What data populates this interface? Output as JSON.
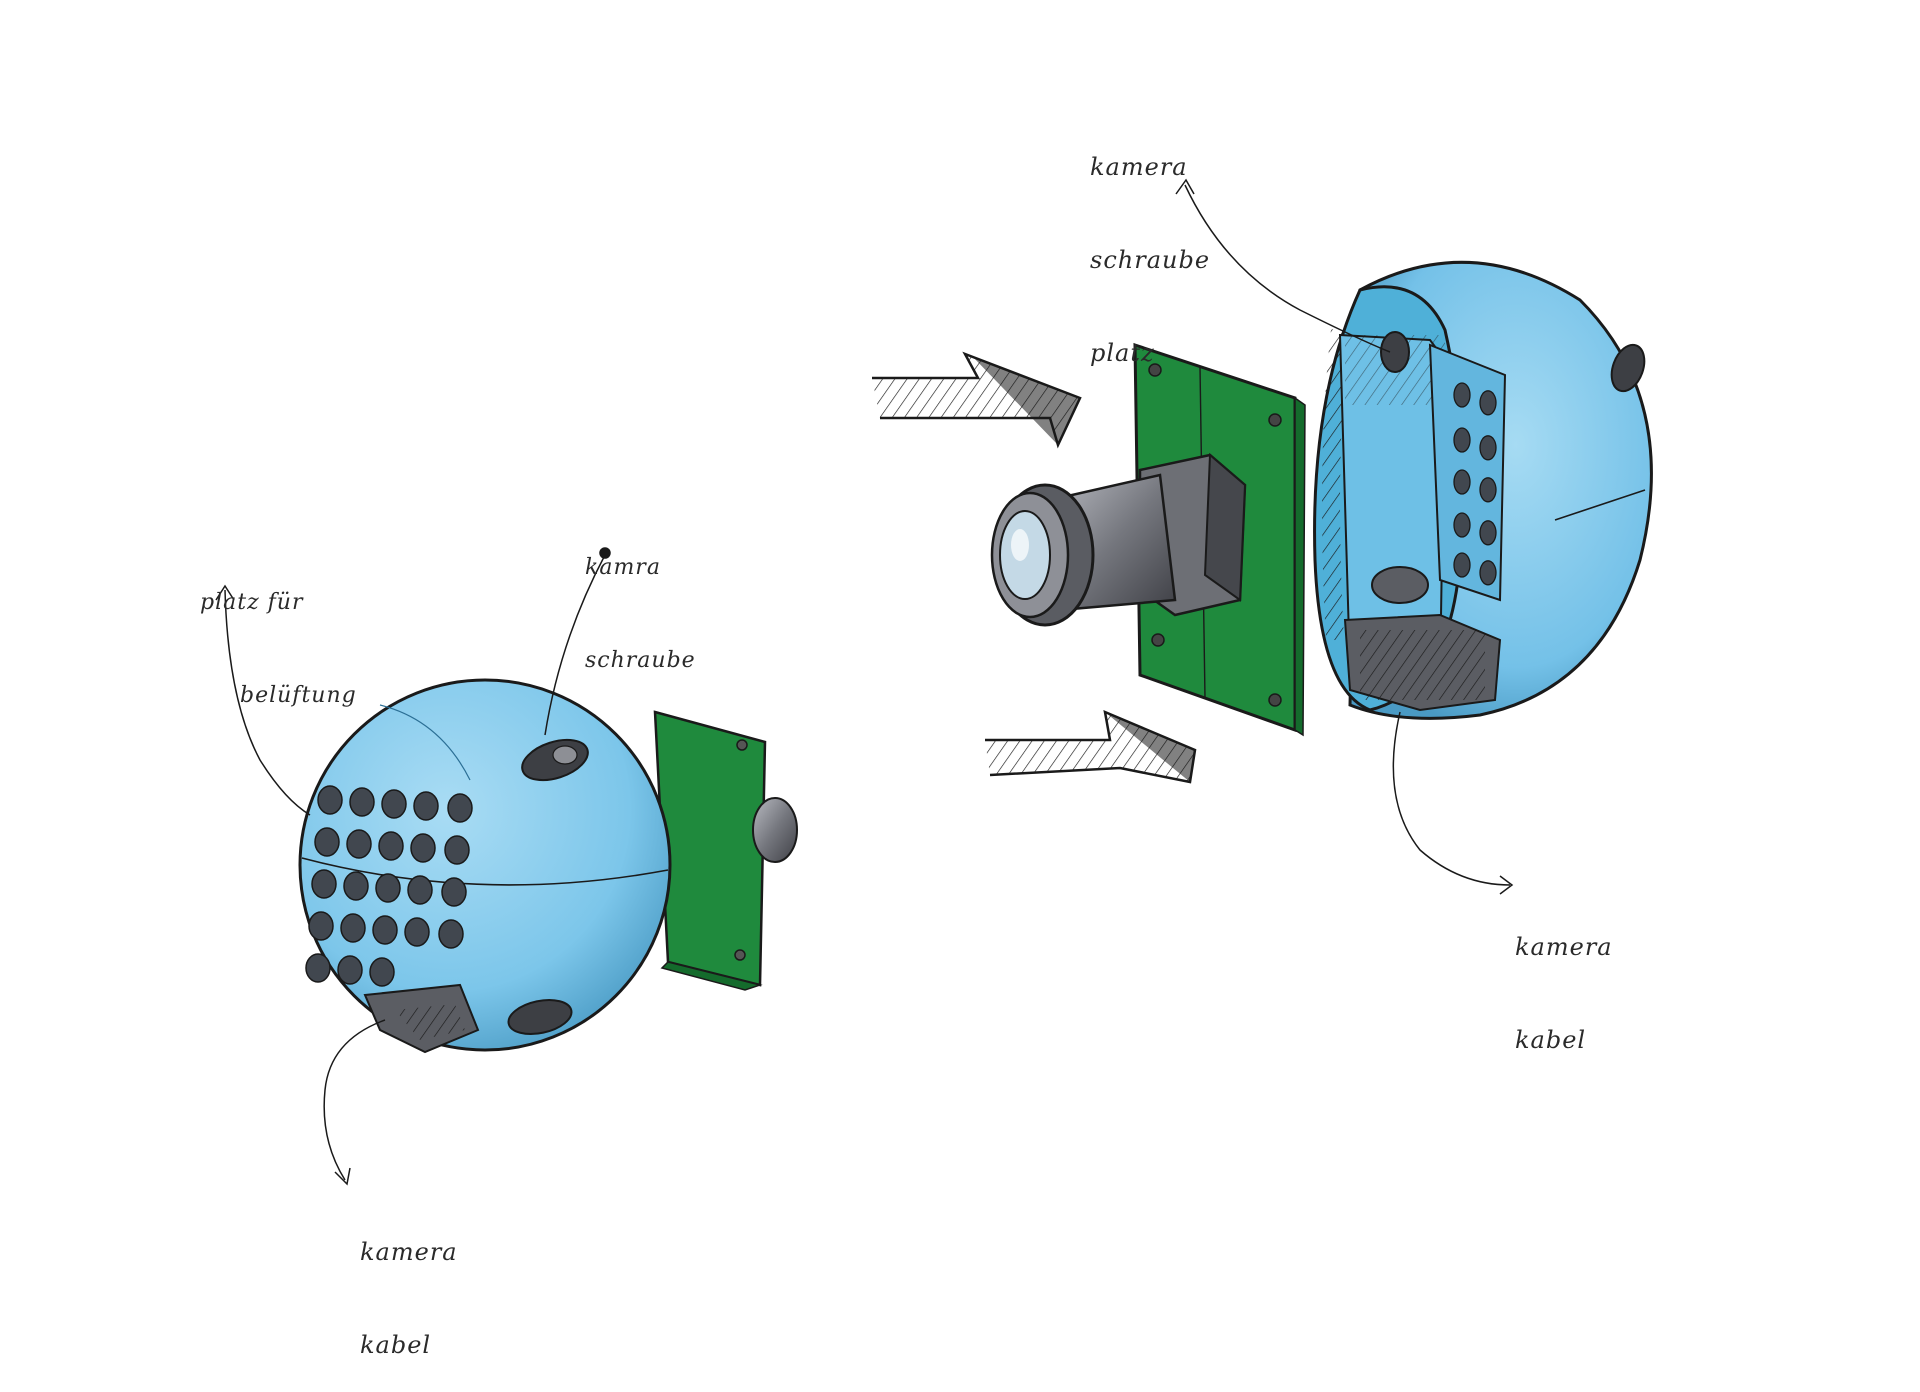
{
  "colors": {
    "shell_blue": "#7cc6ea",
    "shell_blue_dark": "#3f9cc8",
    "shell_inner": "#4fb0d8",
    "pcb_green": "#1f8a3d",
    "pcb_green_dark": "#146b2c",
    "lens_gray": "#7d7f86",
    "ink": "#1a1a1a"
  },
  "labels": {
    "left_vent": [
      "platz für",
      "belüftung"
    ],
    "left_screw": [
      "kamra",
      "schraube"
    ],
    "left_cable": [
      "kamera",
      "kabel"
    ],
    "right_screw": [
      "kamera",
      "schraube",
      "platz"
    ],
    "right_cable": [
      "kamera",
      "kabel"
    ]
  },
  "icons": {
    "arrow_top": "hatched-arrow-icon",
    "arrow_bottom": "hatched-arrow-icon"
  }
}
